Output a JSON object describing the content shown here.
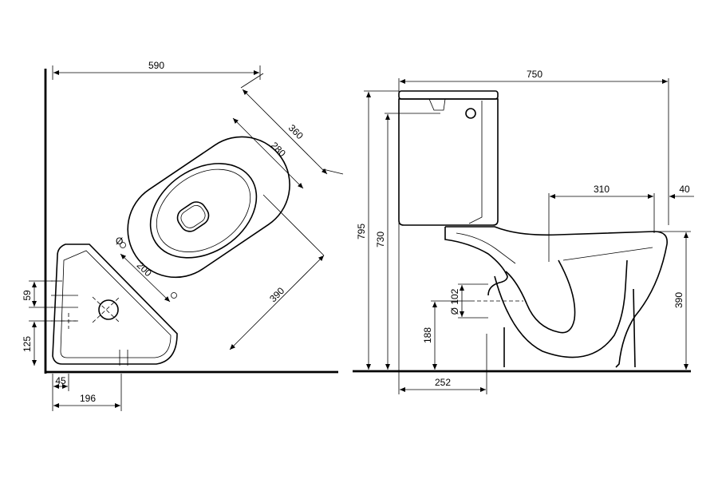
{
  "top_view": {
    "dim_width": "590",
    "dim_diag_outer": "360",
    "dim_diag_inner": "280",
    "dim_bolt_spacing": "200",
    "dim_depth": "390",
    "dim_left_upper": "59",
    "dim_left_lower": "125",
    "dim_bottom_small": "45",
    "dim_bottom_large": "196",
    "diameter_symbol": "Ø"
  },
  "side_view": {
    "dim_overall_width": "750",
    "dim_total_height": "795",
    "dim_tank_height": "730",
    "dim_bowl_length": "310",
    "dim_rear_offset": "40",
    "dim_bowl_height": "390",
    "dim_pipe_diameter": "Ø 102",
    "dim_pipe_height": "188",
    "dim_outlet_distance": "252"
  }
}
